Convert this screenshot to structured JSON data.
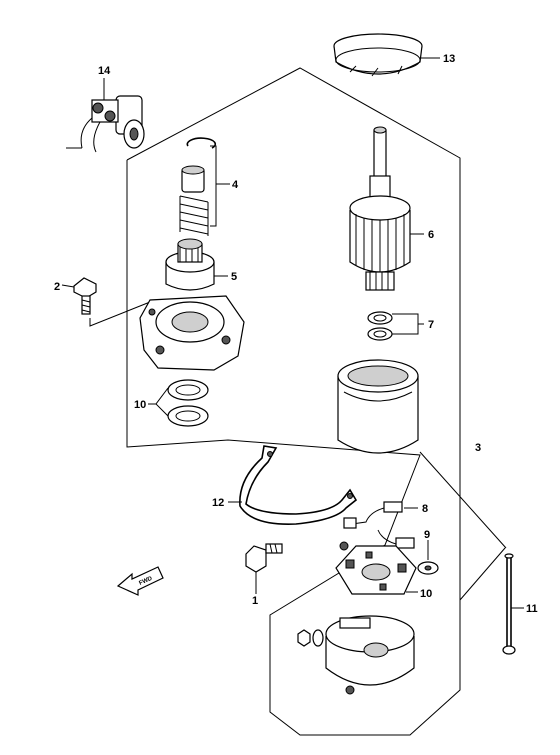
{
  "callouts": {
    "c1": "1",
    "c2": "2",
    "c3": "3",
    "c4": "4",
    "c5": "5",
    "c6": "6",
    "c7": "7",
    "c8": "8",
    "c9": "9",
    "c10a": "10",
    "c10b": "10",
    "c11": "11",
    "c12": "12",
    "c13": "13",
    "c14": "14"
  },
  "direction_arrow": "FWD"
}
